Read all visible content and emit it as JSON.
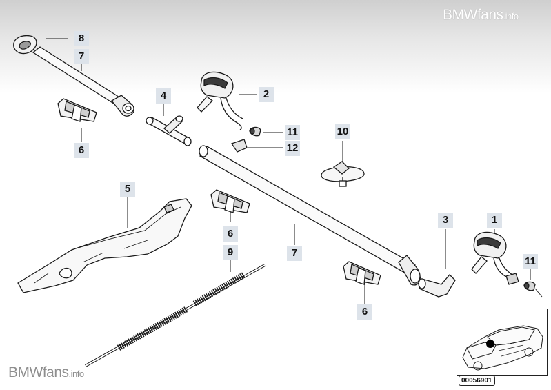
{
  "watermark": {
    "brand": "BMWfans",
    "tld": ".info"
  },
  "diagram_id": "00056901",
  "callouts": {
    "p1": "1",
    "p2": "2",
    "p3": "3",
    "p4": "4",
    "p5": "5",
    "p6a": "6",
    "p6b": "6",
    "p6c": "6",
    "p7a": "7",
    "p7b": "7",
    "p8": "8",
    "p9": "9",
    "p10": "10",
    "p11a": "11",
    "p11b": "11",
    "p12": "12"
  },
  "colors": {
    "label_bg": "#dde3ea",
    "line": "#1a1a1a",
    "part_fill": "#ffffff",
    "part_shade": "#c8c8c8",
    "highlight_dot": "#000000"
  }
}
